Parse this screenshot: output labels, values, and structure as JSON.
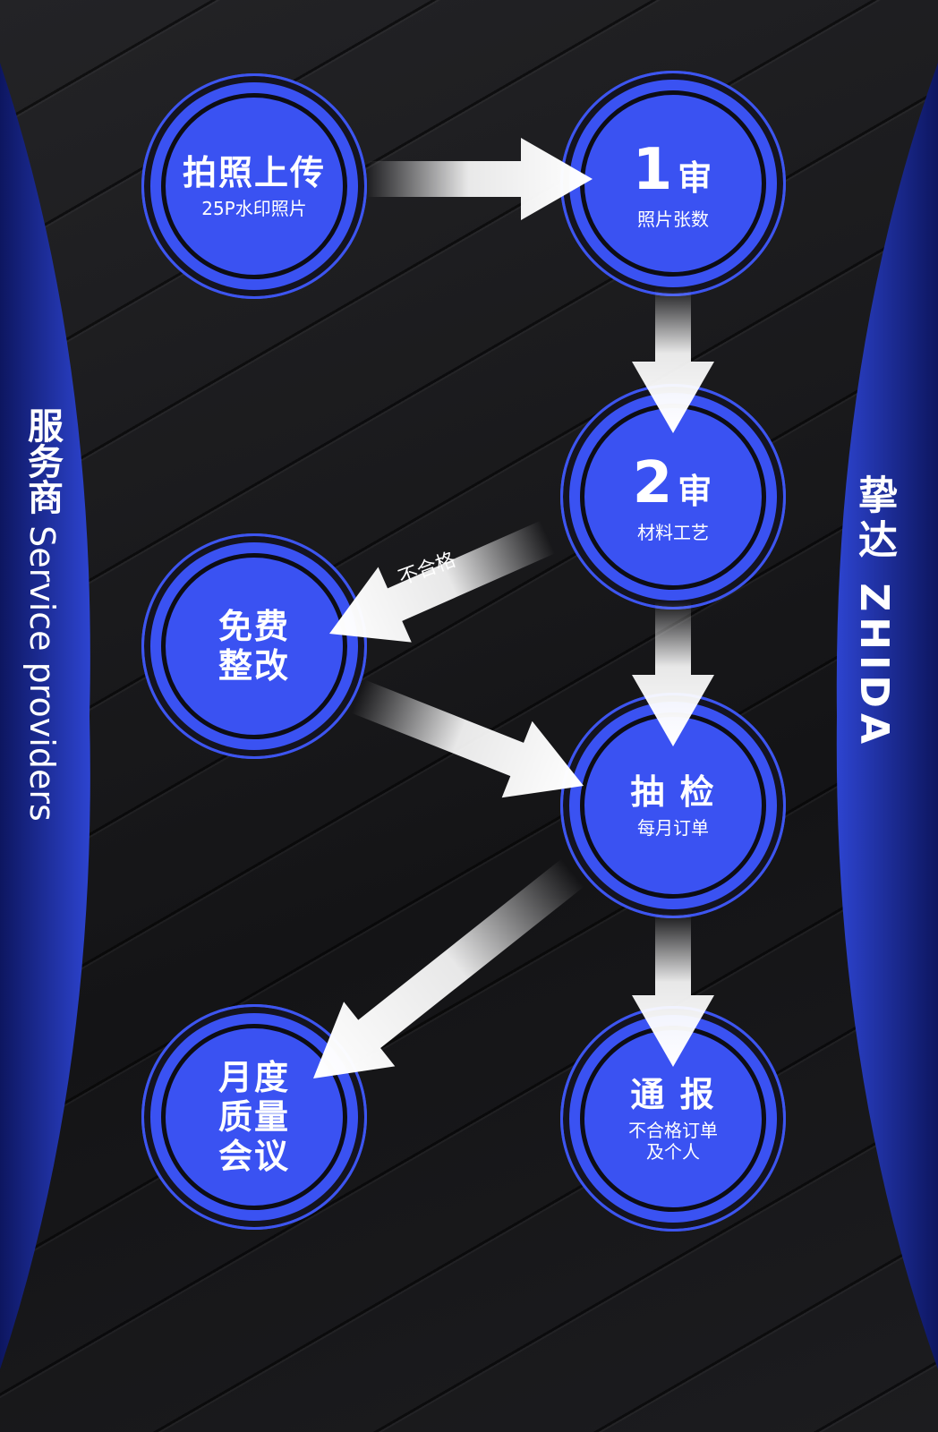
{
  "colors": {
    "accent": "#3a52f2",
    "background": "#1a1a1c",
    "side_panel": "#1f2f9a"
  },
  "left_panel": {
    "cn": "服务商",
    "en": "Service providers"
  },
  "right_panel": {
    "cn": "挚达",
    "en": "ZHIDA"
  },
  "nodes": {
    "upload": {
      "title": "拍照上传",
      "sub": "25P水印照片"
    },
    "review1": {
      "num": "1",
      "title": "审",
      "sub": "照片张数"
    },
    "review2": {
      "num": "2",
      "title": "审",
      "sub": "材料工艺"
    },
    "rectify": {
      "title1": "免费",
      "title2": "整改"
    },
    "spot_check": {
      "title": "抽 检",
      "sub": "每月订单"
    },
    "meeting": {
      "title1": "月度",
      "title2": "质量",
      "title3": "会议"
    },
    "notice": {
      "title": "通 报",
      "sub1": "不合格订单",
      "sub2": "及个人"
    }
  },
  "edges": {
    "fail_label": "不合格"
  }
}
